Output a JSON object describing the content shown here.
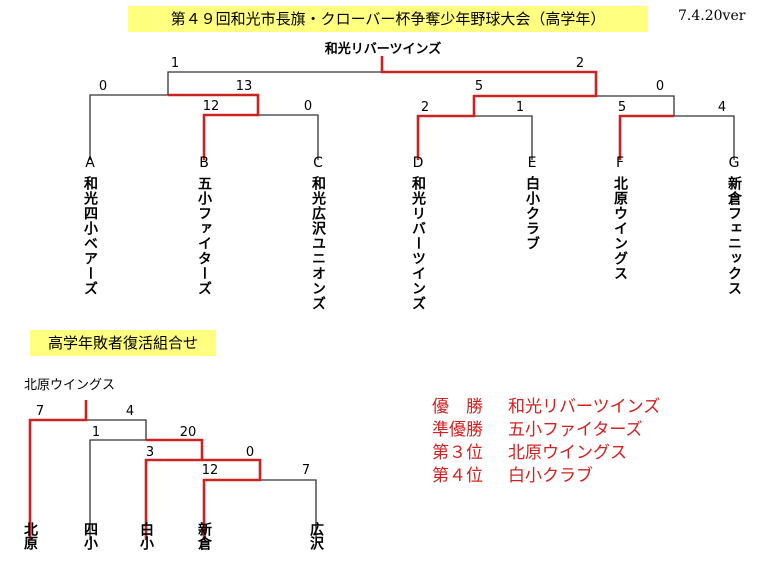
{
  "header": {
    "title": "第４９回和光市長旗・クローバー杯争奪少年野球大会（高学年）",
    "version": "7.4.20ver"
  },
  "main_bracket": {
    "champion": "和光リバーツインズ",
    "teams": [
      {
        "letter": "A",
        "name": "和光四小ベアーズ"
      },
      {
        "letter": "B",
        "name": "五小ファイターズ"
      },
      {
        "letter": "C",
        "name": "和光広沢ユニオンズ"
      },
      {
        "letter": "D",
        "name": "和光リバーツインズ"
      },
      {
        "letter": "E",
        "name": "白小クラブ"
      },
      {
        "letter": "F",
        "name": "北原ウイングス"
      },
      {
        "letter": "G",
        "name": "新倉フェニックス"
      }
    ],
    "scores": {
      "b_vs_c": {
        "b": "12",
        "c": "0"
      },
      "a_vs_bc": {
        "a": "0",
        "bc": "13"
      },
      "d_vs_e": {
        "d": "2",
        "e": "1"
      },
      "f_vs_g": {
        "f": "5",
        "g": "4"
      },
      "de_vs_fg": {
        "de": "5",
        "fg": "0"
      },
      "final": {
        "left": "1",
        "right": "2"
      }
    }
  },
  "consolation": {
    "title": "高学年敗者復活組合せ",
    "champion": "北原ウイングス",
    "teams": [
      "北原",
      "四小",
      "白小",
      "新倉",
      "広沢"
    ],
    "scores": {
      "r1": {
        "shinkura": "12",
        "hirosawa": "7"
      },
      "r2": {
        "shiro": "20",
        "winner": "0"
      },
      "r3": {
        "yon": "1",
        "winner": "3"
      },
      "final": {
        "kitahara": "7",
        "winner": "4"
      }
    }
  },
  "standings": [
    {
      "rank": "優　勝",
      "team": "和光リバーツインズ"
    },
    {
      "rank": "準優勝",
      "team": "五小ファイターズ"
    },
    {
      "rank": "第３位",
      "team": "北原ウイングス"
    },
    {
      "rank": "第４位",
      "team": "白小クラブ"
    }
  ],
  "colors": {
    "winner_line": "#cc2222",
    "loser_line": "#333333",
    "title_bg": "#ffff80",
    "standings_text": "#d42020"
  }
}
